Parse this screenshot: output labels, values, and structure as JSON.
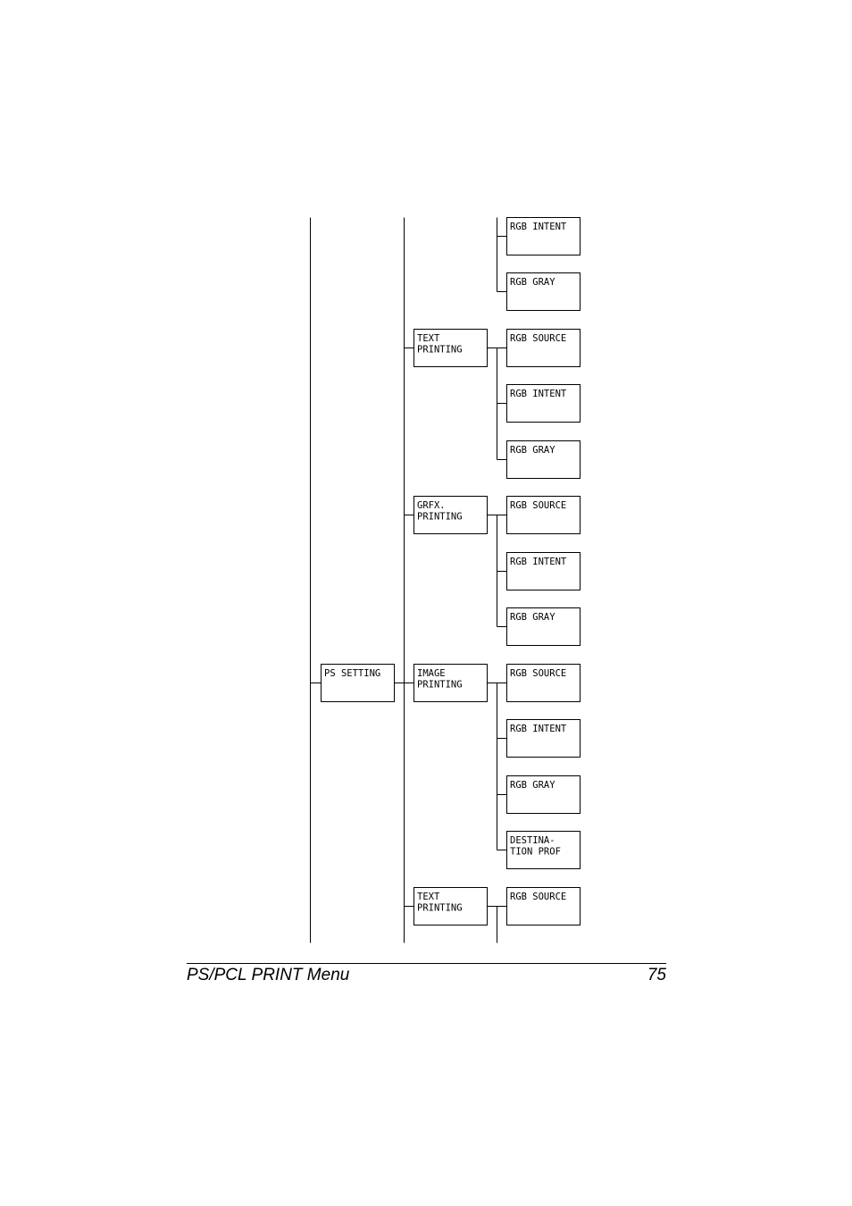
{
  "footer": {
    "title": "PS/PCL PRINT Menu",
    "page_number": "75"
  },
  "menu_tree": {
    "nodes": [
      {
        "id": "n01",
        "label": [
          "RGB INTENT"
        ]
      },
      {
        "id": "n02",
        "label": [
          "RGB GRAY"
        ]
      },
      {
        "id": "n03",
        "label": [
          "TEXT",
          "PRINTING"
        ]
      },
      {
        "id": "n04",
        "label": [
          "RGB SOURCE"
        ]
      },
      {
        "id": "n05",
        "label": [
          "RGB INTENT"
        ]
      },
      {
        "id": "n06",
        "label": [
          "RGB GRAY"
        ]
      },
      {
        "id": "n07",
        "label": [
          "GRFX.",
          "PRINTING"
        ]
      },
      {
        "id": "n08",
        "label": [
          "RGB SOURCE"
        ]
      },
      {
        "id": "n09",
        "label": [
          "RGB INTENT"
        ]
      },
      {
        "id": "n10",
        "label": [
          "RGB GRAY"
        ]
      },
      {
        "id": "n11",
        "label": [
          "PS SETTING"
        ]
      },
      {
        "id": "n12",
        "label": [
          "IMAGE",
          "PRINTING"
        ]
      },
      {
        "id": "n13",
        "label": [
          "RGB SOURCE"
        ]
      },
      {
        "id": "n14",
        "label": [
          "RGB INTENT"
        ]
      },
      {
        "id": "n15",
        "label": [
          "RGB GRAY"
        ]
      },
      {
        "id": "n16",
        "label": [
          "DESTINA-",
          "TION PROF"
        ]
      },
      {
        "id": "n17",
        "label": [
          "TEXT",
          "PRINTING"
        ]
      },
      {
        "id": "n18",
        "label": [
          "RGB SOURCE"
        ]
      }
    ]
  }
}
